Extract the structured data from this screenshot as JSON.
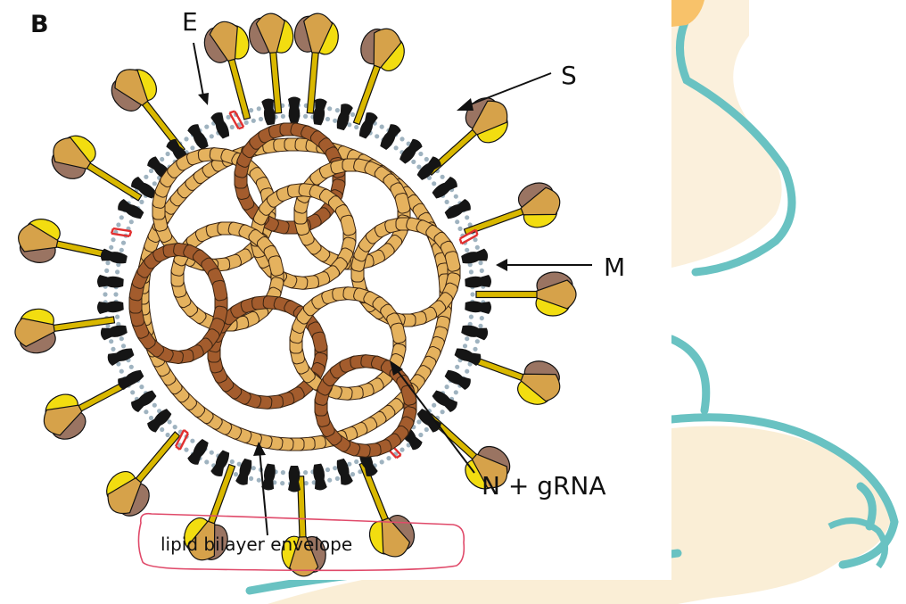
{
  "panel_letter": "B",
  "labels": {
    "envelope_protein": "E",
    "spike": "S",
    "membrane": "M",
    "nucleocapsid": "N + gRNA",
    "envelope": "lipid bilayer envelope"
  },
  "colors": {
    "spike_tan": "#d6a24a",
    "spike_brown": "#9a7462",
    "spike_yellow": "#f2dd10",
    "stalk": "#d9b800",
    "m_protein": "#151515",
    "e_protein": "#e13030",
    "lipid_dots": "#9fb3c0",
    "n_light": "#e5b25e",
    "n_dark": "#a35c2d",
    "callout_outline": "#e04a6a",
    "mascot_outline": "#69c2c2",
    "mascot_fill": "#f9ecd2",
    "mascot_cheek": "#f8c26a"
  }
}
